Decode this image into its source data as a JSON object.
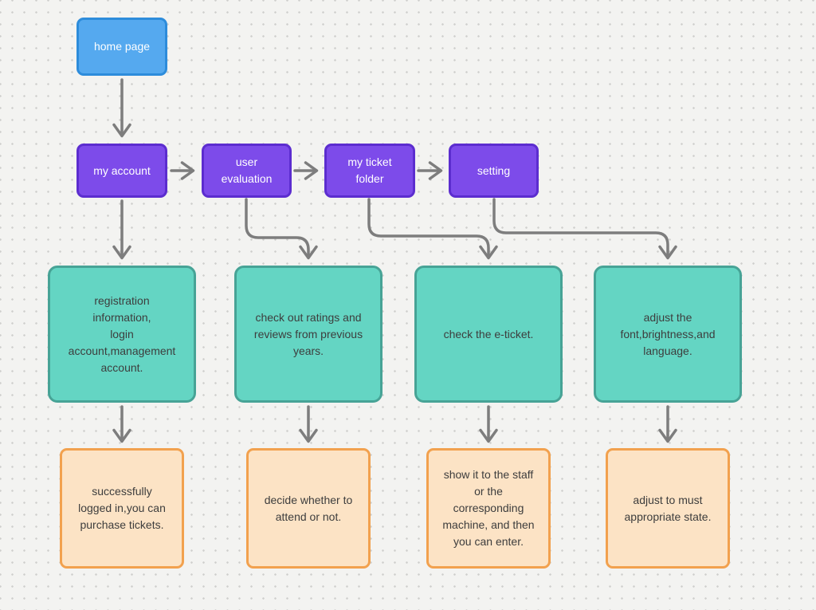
{
  "app": {
    "name": "flowchart-canvas"
  },
  "colors": {
    "canvas_bg": "#f3f3f1",
    "dot": "#cfcfcd",
    "blue_fill": "#55a9ef",
    "blue_border": "#2d8cdb",
    "purple_fill": "#7d4bea",
    "purple_border": "#5c2dcf",
    "teal_fill": "#64d5c3",
    "teal_border": "#47a396",
    "orange_fill": "#fce3c5",
    "orange_border": "#f2a14e",
    "arrow": "#7d7d7d",
    "text_light": "#ffffff",
    "text_dark": "#3d3d3d"
  },
  "nodes": {
    "home": {
      "label": "home page",
      "type": "blue"
    },
    "account": {
      "label": "my account",
      "type": "purple"
    },
    "evaluation": {
      "label": "user\nevaluation",
      "type": "purple"
    },
    "ticket_folder": {
      "label": "my ticket\nfolder",
      "type": "purple"
    },
    "setting": {
      "label": "setting",
      "type": "purple"
    },
    "registration": {
      "label": "registration\ninformation,\nlogin\naccount,management\naccount.",
      "type": "teal"
    },
    "ratings": {
      "label": "check out ratings and\nreviews from previous\nyears.",
      "type": "teal"
    },
    "eticket": {
      "label": "check the e-ticket.",
      "type": "teal"
    },
    "adjust": {
      "label": "adjust the\nfont,brightness,and\nlanguage.",
      "type": "teal"
    },
    "login_success": {
      "label": "successfully\nlogged in,you can\npurchase tickets.",
      "type": "orange"
    },
    "decide": {
      "label": "decide whether to\nattend or not.",
      "type": "orange"
    },
    "show_staff": {
      "label": "show it to the staff\nor the\ncorresponding\nmachine, and then\nyou can enter.",
      "type": "orange"
    },
    "adjust_state": {
      "label": "adjust to must\nappropriate state.",
      "type": "orange"
    }
  }
}
